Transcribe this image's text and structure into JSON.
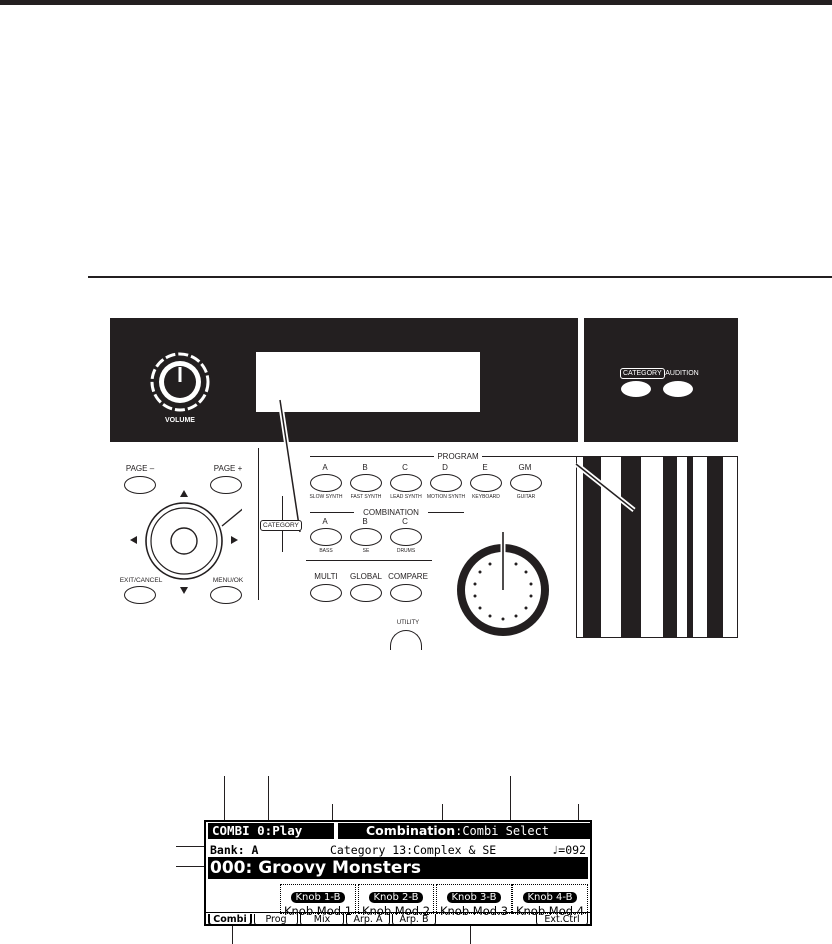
{
  "panel": {
    "volume_label": "VOLUME",
    "category_tag": "CATEGORY",
    "audition_label": "AUDITION",
    "page_minus": "PAGE –",
    "page_plus": "PAGE +",
    "exit_cancel": "EXIT/CANCEL",
    "menu_ok": "MENU/OK",
    "program_header": "PROGRAM",
    "combination_header": "COMBINATION",
    "category_side_tag": "CATEGORY",
    "program_buttons": [
      {
        "top": "A",
        "bottom": "SLOW SYNTH"
      },
      {
        "top": "B",
        "bottom": "FAST SYNTH"
      },
      {
        "top": "C",
        "bottom": "LEAD SYNTH"
      },
      {
        "top": "D",
        "bottom": "MOTION SYNTH"
      },
      {
        "top": "E",
        "bottom": "KEYBOARD"
      },
      {
        "top": "GM",
        "bottom": "GUITAR"
      }
    ],
    "combination_buttons": [
      {
        "top": "A",
        "bottom": "BASS"
      },
      {
        "top": "B",
        "bottom": "SE"
      },
      {
        "top": "C",
        "bottom": "DRUMS"
      }
    ],
    "mode_buttons": [
      "MULTI",
      "GLOBAL",
      "COMPARE"
    ],
    "utility_label": "UTILITY"
  },
  "lcd": {
    "mode": "COMBI 0:Play",
    "header_bold": "Combination",
    "header_rest": ":Combi Select",
    "bank": "Bank: A",
    "category": "Category 13:Complex & SE",
    "tempo": "♩=092",
    "combi_name": "000: Groovy Monsters",
    "knobs": [
      {
        "label": "Knob 1-B",
        "value": "Knob Mod.1"
      },
      {
        "label": "Knob 2-B",
        "value": "Knob Mod.2"
      },
      {
        "label": "Knob 3-B",
        "value": "Knob Mod.3"
      },
      {
        "label": "Knob 4-B",
        "value": "Knob Mod.4"
      }
    ],
    "tabs": [
      "Combi",
      "Prog",
      "Mix",
      "Arp. A",
      "Arp. B",
      "Ext.Ctrl"
    ]
  }
}
